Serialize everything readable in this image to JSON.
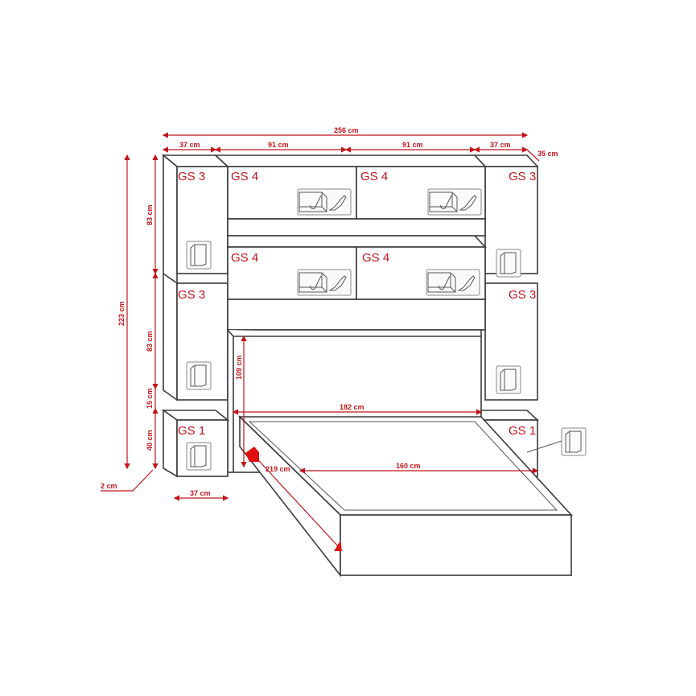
{
  "modules": {
    "gs3_top_left": "GS 3",
    "gs3_mid_left": "GS 3",
    "gs3_top_right": "GS 3",
    "gs3_mid_right": "GS 3",
    "gs4_top_left": "GS 4",
    "gs4_top_right": "GS 4",
    "gs4_mid_left": "GS 4",
    "gs4_mid_right": "GS 4",
    "gs1_left": "GS 1",
    "gs1_right": "GS 1"
  },
  "dimensions": {
    "total_width": "256 cm",
    "w_side_left": "37 cm",
    "w_mid_left": "91 cm",
    "w_mid_right": "91 cm",
    "w_side_right": "37 cm",
    "depth": "35 cm",
    "total_height": "223 cm",
    "h_upper": "83 cm",
    "h_lower": "83 cm",
    "h_gap": "15 cm",
    "h_nightstand": "40 cm",
    "leg": "2 cm",
    "w_nightstand": "37 cm",
    "h_headboard": "109 cm",
    "w_bed": "182 cm",
    "w_mattress": "160 cm",
    "l_bed": "219 cm"
  },
  "colors": {
    "dimension": "#c0141c",
    "outline": "#3a3a3a"
  }
}
